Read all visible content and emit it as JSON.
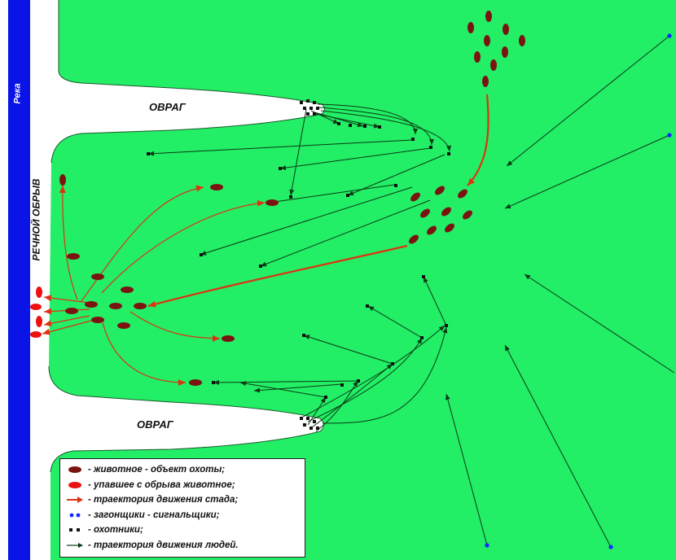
{
  "labels": {
    "river": "Река",
    "cliff": "РЕЧНОЙ ОБРЫВ",
    "ravine_top": "ОВРАГ",
    "ravine_bottom": "ОВРАГ"
  },
  "legend": [
    {
      "text": "- животное - объект охоты;",
      "symbol": "animal"
    },
    {
      "text": "- упавшее с обрыва животное;",
      "symbol": "fallen-animal"
    },
    {
      "text": "- траектория движения стада;",
      "symbol": "herd-arrow"
    },
    {
      "text": "- загонщики - сигнальщики;",
      "symbol": "beaters"
    },
    {
      "text": "- охотники;",
      "symbol": "hunters"
    },
    {
      "text": "- траектория движения людей.",
      "symbol": "people-arrow"
    }
  ],
  "colors": {
    "land": "#22ee66",
    "river": "#0a14e6",
    "animal": "#7a1410",
    "fallen_animal": "#ee1111",
    "herd_path": "#dd3311",
    "beater": "#1428ff",
    "hunter": "#111111",
    "people_path": "#0c3a14",
    "ravine": "#ffffff"
  },
  "icons": {
    "animal": "dark-red-oval",
    "fallen_animal": "bright-red-oval",
    "beater": "blue-dot",
    "hunter": "black-square"
  }
}
